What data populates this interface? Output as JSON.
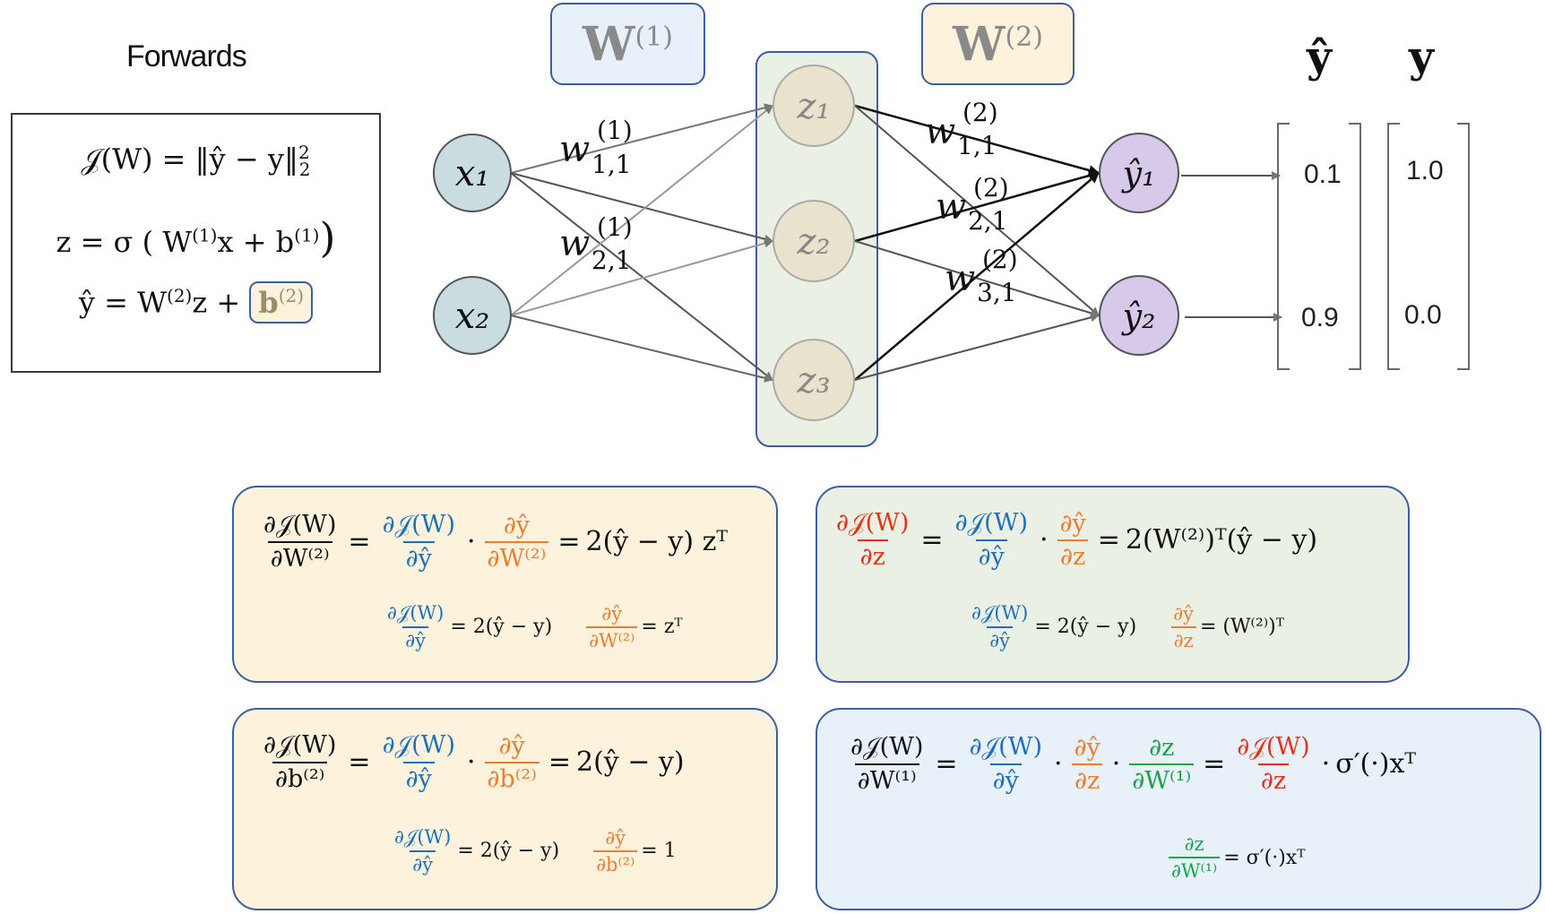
{
  "title": "Forwards",
  "forward_equations": {
    "cost_lhs": "𝒥(W) = ‖ŷ − y‖",
    "cost_sub": "2",
    "cost_sup": "2",
    "hidden_lhs": "z = σ ( W",
    "hidden_sup": "(1)",
    "hidden_rhs": "x + b",
    "hidden_sup2": "(1)",
    "hidden_close": ")",
    "output_lhs": "ŷ = W",
    "output_sup": "(2)",
    "output_mid": "z +",
    "output_bias": "b",
    "output_bias_sup": "(2)"
  },
  "weight_groups": [
    {
      "label": "W",
      "sup": "(1)",
      "color": "#e8f0fa"
    },
    {
      "label": "W",
      "sup": "(2)",
      "color": "#fdf3dd"
    }
  ],
  "network": {
    "inputs": [
      "x₁",
      "x₂"
    ],
    "hidden": [
      "z₁",
      "z₂",
      "z₃"
    ],
    "outputs": [
      "ŷ₁",
      "ŷ₂"
    ],
    "weight_labels": [
      {
        "w": "w",
        "sub": "1,1",
        "sup": "(1)"
      },
      {
        "w": "w",
        "sub": "2,1",
        "sup": "(1)"
      },
      {
        "w": "w",
        "sub": "1,1",
        "sup": "(2)"
      },
      {
        "w": "w",
        "sub": "2,1",
        "sup": "(2)"
      },
      {
        "w": "w",
        "sub": "3,1",
        "sup": "(2)"
      }
    ],
    "colors": {
      "input": "#c9dcdf",
      "hidden": "#e9e2cc",
      "output": "#d7c9ea"
    }
  },
  "vectors": {
    "prediction_label": "ŷ",
    "prediction": [
      "0.1",
      "0.9"
    ],
    "target_label": "y",
    "target": [
      "1.0",
      "0.0"
    ]
  },
  "derivatives": [
    {
      "name": "dW2",
      "color": "#fdf3dd",
      "main": {
        "lhs_num": "∂𝒥(W)",
        "lhs_den": "∂W⁽²⁾",
        "f1_num": "∂𝒥(W)",
        "f1_den": "∂ŷ",
        "f2_num": "∂ŷ",
        "f2_den": "∂W⁽²⁾",
        "dot": "·",
        "eq": "=",
        "result": "2(ŷ − y) zᵀ"
      },
      "sub": {
        "a_num": "∂𝒥(W)",
        "a_den": "∂ŷ",
        "a_val": "= 2(ŷ − y)",
        "b_num": "∂ŷ",
        "b_den": "∂W⁽²⁾",
        "b_val": "= zᵀ"
      }
    },
    {
      "name": "dz",
      "color": "#eaf1e4",
      "main": {
        "lhs_num": "∂𝒥(W)",
        "lhs_den": "∂z",
        "f1_num": "∂𝒥(W)",
        "f1_den": "∂ŷ",
        "f2_num": "∂ŷ",
        "f2_den": "∂z",
        "dot": "·",
        "eq": "=",
        "result": "2(W⁽²⁾)ᵀ(ŷ − y)"
      },
      "sub": {
        "a_num": "∂𝒥(W)",
        "a_den": "∂ŷ",
        "a_val": "= 2(ŷ − y)",
        "b_num": "∂ŷ",
        "b_den": "∂z",
        "b_val": "= (W⁽²⁾)ᵀ"
      }
    },
    {
      "name": "db2",
      "color": "#fdf3dd",
      "main": {
        "lhs_num": "∂𝒥(W)",
        "lhs_den": "∂b⁽²⁾",
        "f1_num": "∂𝒥(W)",
        "f1_den": "∂ŷ",
        "f2_num": "∂ŷ",
        "f2_den": "∂b⁽²⁾",
        "dot": "·",
        "eq": "=",
        "result": "2(ŷ − y)"
      },
      "sub": {
        "a_num": "∂𝒥(W)",
        "a_den": "∂ŷ",
        "a_val": "= 2(ŷ − y)",
        "b_num": "∂ŷ",
        "b_den": "∂b⁽²⁾",
        "b_val": "= 1"
      }
    },
    {
      "name": "dW1",
      "color": "#e8f0fa",
      "main": {
        "lhs_num": "∂𝒥(W)",
        "lhs_den": "∂W⁽¹⁾",
        "f1_num": "∂𝒥(W)",
        "f1_den": "∂ŷ",
        "f2_num": "∂ŷ",
        "f2_den": "∂z",
        "f3_num": "∂z",
        "f3_den": "∂W⁽¹⁾",
        "f4_num": "∂𝒥(W)",
        "f4_den": "∂z",
        "dot": "·",
        "eq": "=",
        "result": "σ′(·)xᵀ"
      },
      "sub": {
        "a_num": "∂z",
        "a_den": "∂W⁽¹⁾",
        "a_val": "= σ′(·)xᵀ"
      }
    }
  ]
}
